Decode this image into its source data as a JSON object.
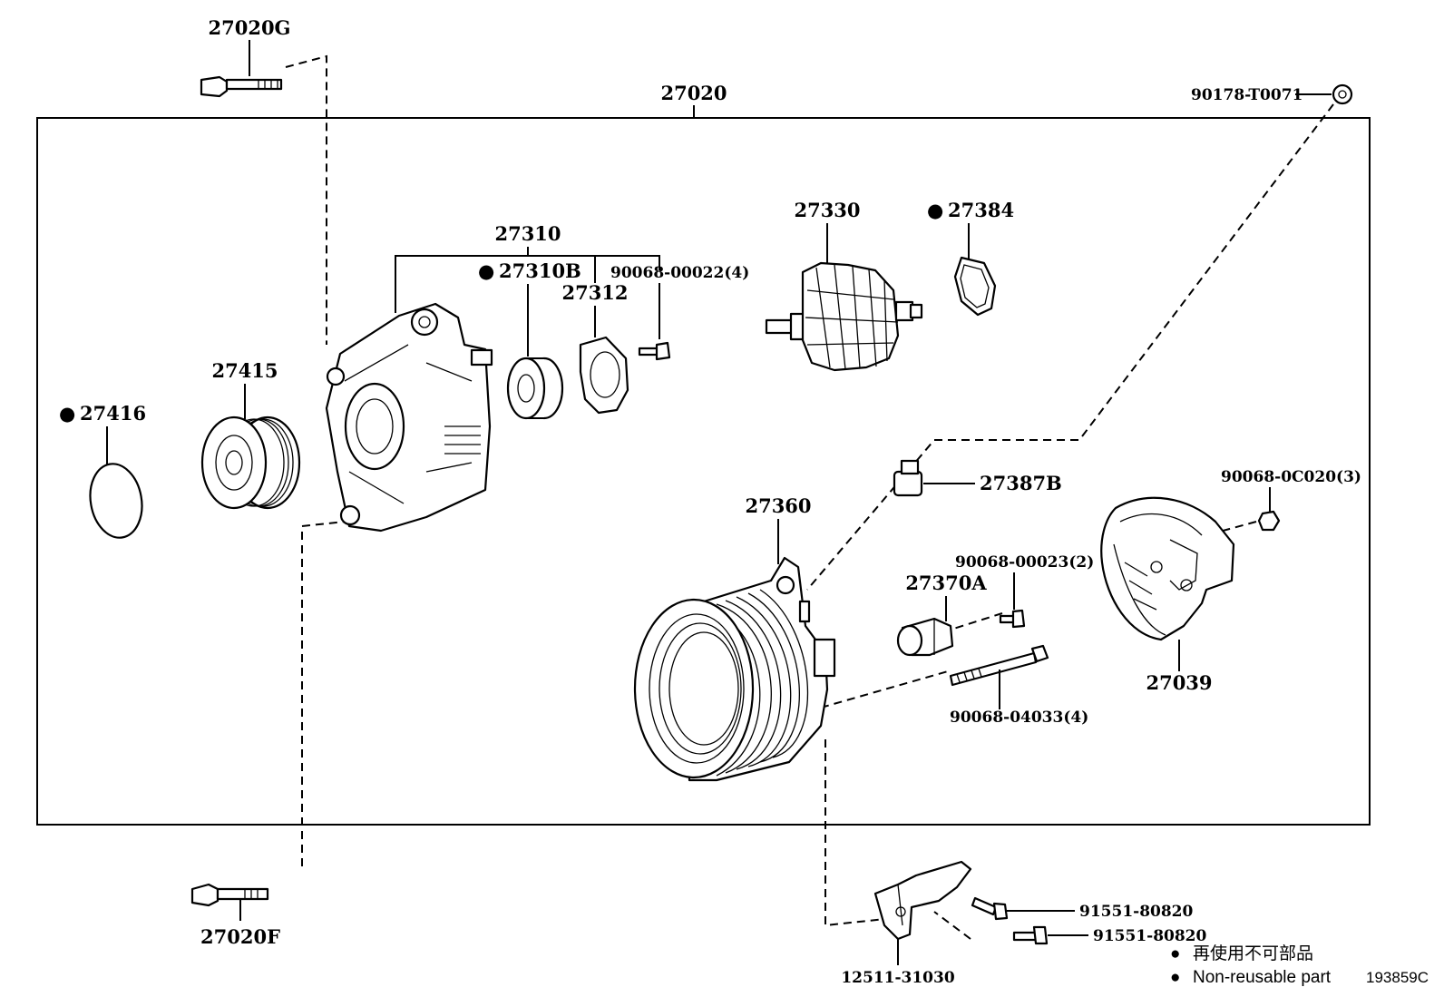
{
  "diagram": {
    "assembly_label": "27020",
    "parts": {
      "p27020G": "27020G",
      "p27020F": "27020F",
      "p90178": "90178-T0071",
      "p27310": "27310",
      "p27310B": "27310B",
      "p27312": "27312",
      "p90068_00022": "90068-00022(4)",
      "p27330": "27330",
      "p27384": "27384",
      "p27415": "27415",
      "p27416": "27416",
      "p27387B": "27387B",
      "p27360": "27360",
      "p90068_0C020": "90068-0C020(3)",
      "p90068_00023": "90068-00023(2)",
      "p27370A": "27370A",
      "p27039": "27039",
      "p90068_04033": "90068-04033(4)",
      "p91551_a": "91551-80820",
      "p91551_b": "91551-80820",
      "p12511": "12511-31030"
    },
    "legend": {
      "japanese": "再使用不可部品",
      "english": "Non-reusable part"
    },
    "reference_code": "193859C",
    "non_reusable_marker": "●"
  }
}
